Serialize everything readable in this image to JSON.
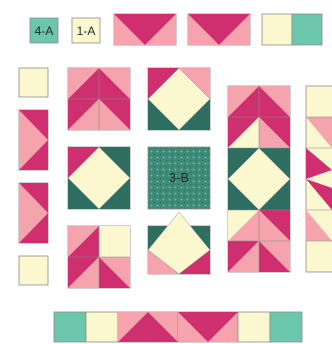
{
  "colors": {
    "cream": "#fbf7cf",
    "pink": "#f5a3ad",
    "magenta": "#cf2f6f",
    "teal": "#2d6e60",
    "mint": "#6cc6ab",
    "dotted_teal": "#3d8a78",
    "outline": "#8c8c8c"
  },
  "labels": {
    "unit_4a": "4-A",
    "unit_1a": "1-A",
    "unit_3b": "3-B"
  }
}
